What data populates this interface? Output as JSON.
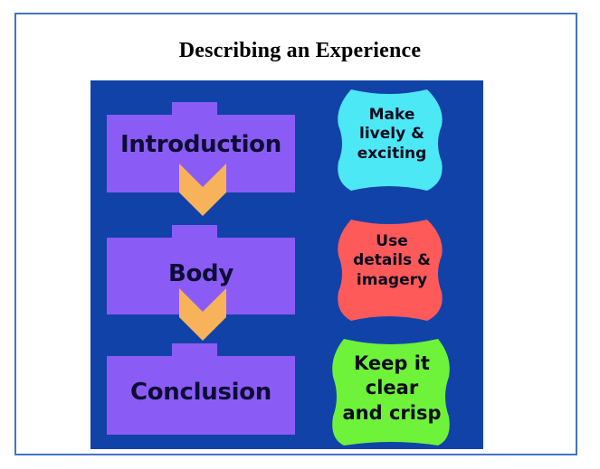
{
  "title": "Describing an Experience",
  "steps": [
    {
      "label": "Introduction"
    },
    {
      "label": "Body"
    },
    {
      "label": "Conclusion"
    }
  ],
  "notes": [
    {
      "lines": [
        "Make",
        "lively &",
        "exciting"
      ],
      "color": "#4de8f5"
    },
    {
      "lines": [
        "Use",
        "details &",
        "imagery"
      ],
      "color": "#ff5a5a"
    },
    {
      "lines": [
        "Keep it",
        "clear",
        "and crisp"
      ],
      "color": "#6ef23a"
    }
  ],
  "colors": {
    "background": "#1142a8",
    "step_fill": "#8a5cf5",
    "arrow_fill": "#f8b35a",
    "frame": "#4472c4"
  }
}
